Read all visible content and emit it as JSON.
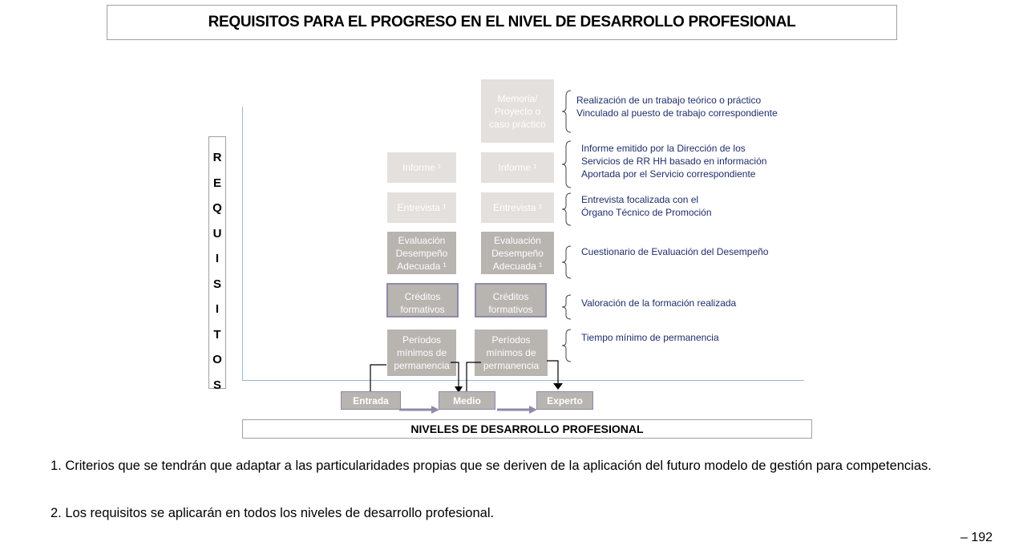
{
  "title": "REQUISITOS PARA EL PROGRESO EN EL NIVEL DE DESARROLLO PROFESIONAL",
  "y_axis_label_letters": [
    "R",
    "E",
    "Q",
    "U",
    "I",
    "S",
    "I",
    "T",
    "O",
    "S"
  ],
  "columns": {
    "medio": {
      "informe": "Informe ¹",
      "entrevista": "Entrevista ¹",
      "evaluacion": [
        "Evaluación",
        "Desempeño",
        "Adecuada ¹"
      ],
      "creditos": [
        "Créditos",
        "formativos"
      ],
      "periodos": [
        "Períodos",
        "mínimos de",
        "permanencia"
      ]
    },
    "experto": {
      "memoria": [
        "Memoria/",
        "Proyecto o",
        "caso práctico"
      ],
      "informe": "Informe ¹",
      "entrevista": "Entrevista ¹",
      "evaluacion": [
        "Evaluación",
        "Desempeño",
        "Adecuada ¹"
      ],
      "creditos": [
        "Créditos",
        "formativos"
      ],
      "periodos": [
        "Períodos",
        "mínimos de",
        "permanencia"
      ]
    }
  },
  "descriptions": {
    "memoria": [
      "Realización de un trabajo teórico o práctico",
      "Vinculado al puesto de trabajo correspondiente"
    ],
    "informe": [
      "Informe emitido por la Dirección de los",
      "Servicios de RR HH basado en información",
      "Aportada por el Servicio correspondiente"
    ],
    "entrevista": [
      "Entrevista focalizada con el",
      "Órgano Técnico de Promoción"
    ],
    "evaluacion": [
      "Cuestionario de Evaluación del Desempeño"
    ],
    "creditos": [
      "Valoración de la formación realizada"
    ],
    "periodos": [
      "Tiempo mínimo de permanencia"
    ]
  },
  "levels": [
    "Entrada",
    "Medio",
    "Experto"
  ],
  "x_axis_label": "NIVELES DE DESARROLLO PROFESIONAL",
  "notes": [
    "1. Criterios que se tendrán que adaptar a las particularidades propias que se deriven de la aplicación del futuro modelo de gestión para competencias.",
    "2. Los requisitos se aplicarán en todos los niveles de desarrollo profesional."
  ],
  "page_number": "192",
  "colors": {
    "light_box": "#e3e0dd",
    "mid_box": "#b8b4b0",
    "box_border": "#8f8aa8",
    "description_text": "#1f2d6b",
    "axis": "#9ab7d6"
  }
}
